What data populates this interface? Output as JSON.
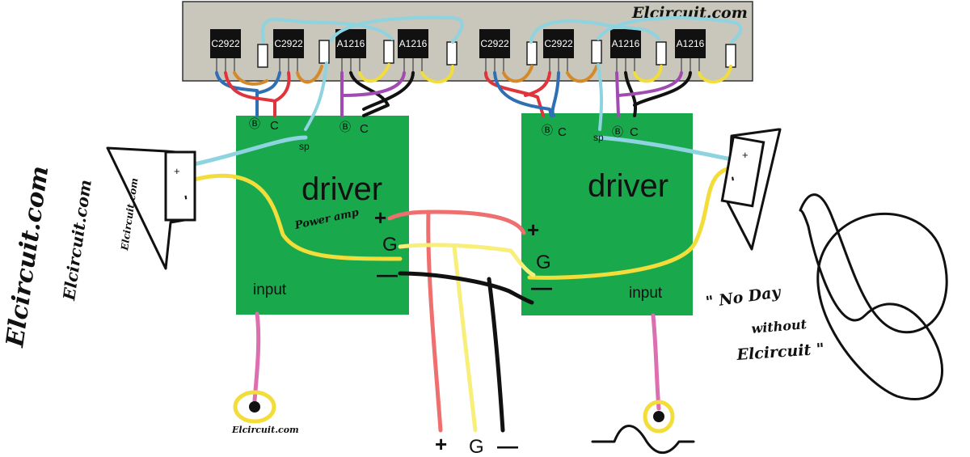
{
  "colors": {
    "board": "#c9c6bb",
    "driver": "#1aa84d",
    "wire_blue": "#2f6fb3",
    "wire_lightblue": "#8ed3e0",
    "wire_red": "#e0343c",
    "wire_orange": "#d48a2a",
    "wire_yellow": "#f2dd3a",
    "wire_purple": "#a04ab2",
    "wire_black": "#111111",
    "wire_pink": "#dd6fb0",
    "wire_salmon": "#ef6f6f",
    "wire_paleyellow": "#f7ef7a"
  },
  "board": {
    "brand": "Elcircuit.com",
    "transistors": [
      "C2922",
      "C2922",
      "A1216",
      "A1216",
      "C2922",
      "C2922",
      "A1216",
      "A1216"
    ]
  },
  "left_driver": {
    "title": "driver",
    "pin_b": "Ⓑ",
    "pin_c": "C",
    "pin_sp": "sp",
    "plus": "+",
    "ground": "G",
    "minus": "—",
    "input": "input",
    "note": "Power amp"
  },
  "right_driver": {
    "title": "driver",
    "pin_b": "Ⓑ",
    "pin_c": "C",
    "pin_sp": "sp",
    "plus": "+",
    "ground": "G",
    "minus": "—",
    "input": "input"
  },
  "speakers": {
    "plus": "+",
    "minus": "-"
  },
  "power": {
    "plus": "+",
    "ground": "G",
    "minus": "—"
  },
  "watermarks": {
    "large": "Elcircuit.com",
    "medium": "Elcircuit.com",
    "small": "Elcircuit.com",
    "bottom": "Elcircuit.com"
  },
  "quote": {
    "line1": "\" No Day",
    "line2": "without",
    "line3": "Elcircuit \""
  }
}
